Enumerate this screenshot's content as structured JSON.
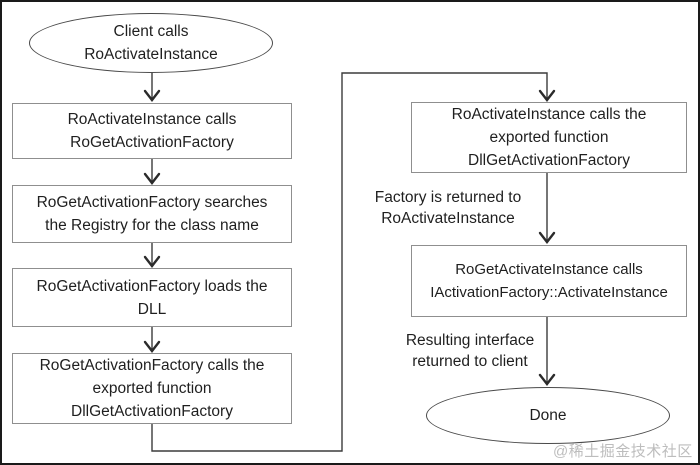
{
  "colors": {
    "frame": "#1a1a1a",
    "box_border": "#8f8f8f",
    "ellipse_border": "#4a4a4a",
    "connector_line": "#3c3c3c",
    "text": "#1f1f1f",
    "watermark": "#bdbdbd"
  },
  "diagram": {
    "start_ellipse": {
      "lines": [
        "Client calls",
        "RoActivateInstance"
      ]
    },
    "box_ro_activate_calls_factory": {
      "lines": [
        "RoActivateInstance calls",
        "RoGetActivationFactory"
      ]
    },
    "box_factory_searches_registry": {
      "lines": [
        "RoGetActivationFactory searches",
        "the Registry for the class name"
      ]
    },
    "box_factory_loads_dll": {
      "lines": [
        "RoGetActivationFactory loads the",
        "DLL"
      ]
    },
    "box_factory_calls_exported": {
      "lines": [
        "RoGetActivationFactory calls the",
        "exported function",
        "DllGetActivationFactory"
      ]
    },
    "box_ro_activate_calls_exported": {
      "lines": [
        "RoActivateInstance calls the",
        "exported function",
        "DllGetActivationFactory"
      ]
    },
    "label_factory_returned": {
      "lines": [
        "Factory is returned to",
        "RoActivateInstance"
      ]
    },
    "box_calls_activate_instance": {
      "lines": [
        "RoGetActivateInstance calls",
        "IActivationFactory::ActivateInstance"
      ]
    },
    "label_resulting_interface": {
      "lines": [
        "Resulting interface",
        "returned to client"
      ]
    },
    "done_ellipse": {
      "lines": [
        "Done"
      ]
    },
    "watermark": "@稀土掘金技术社区"
  }
}
